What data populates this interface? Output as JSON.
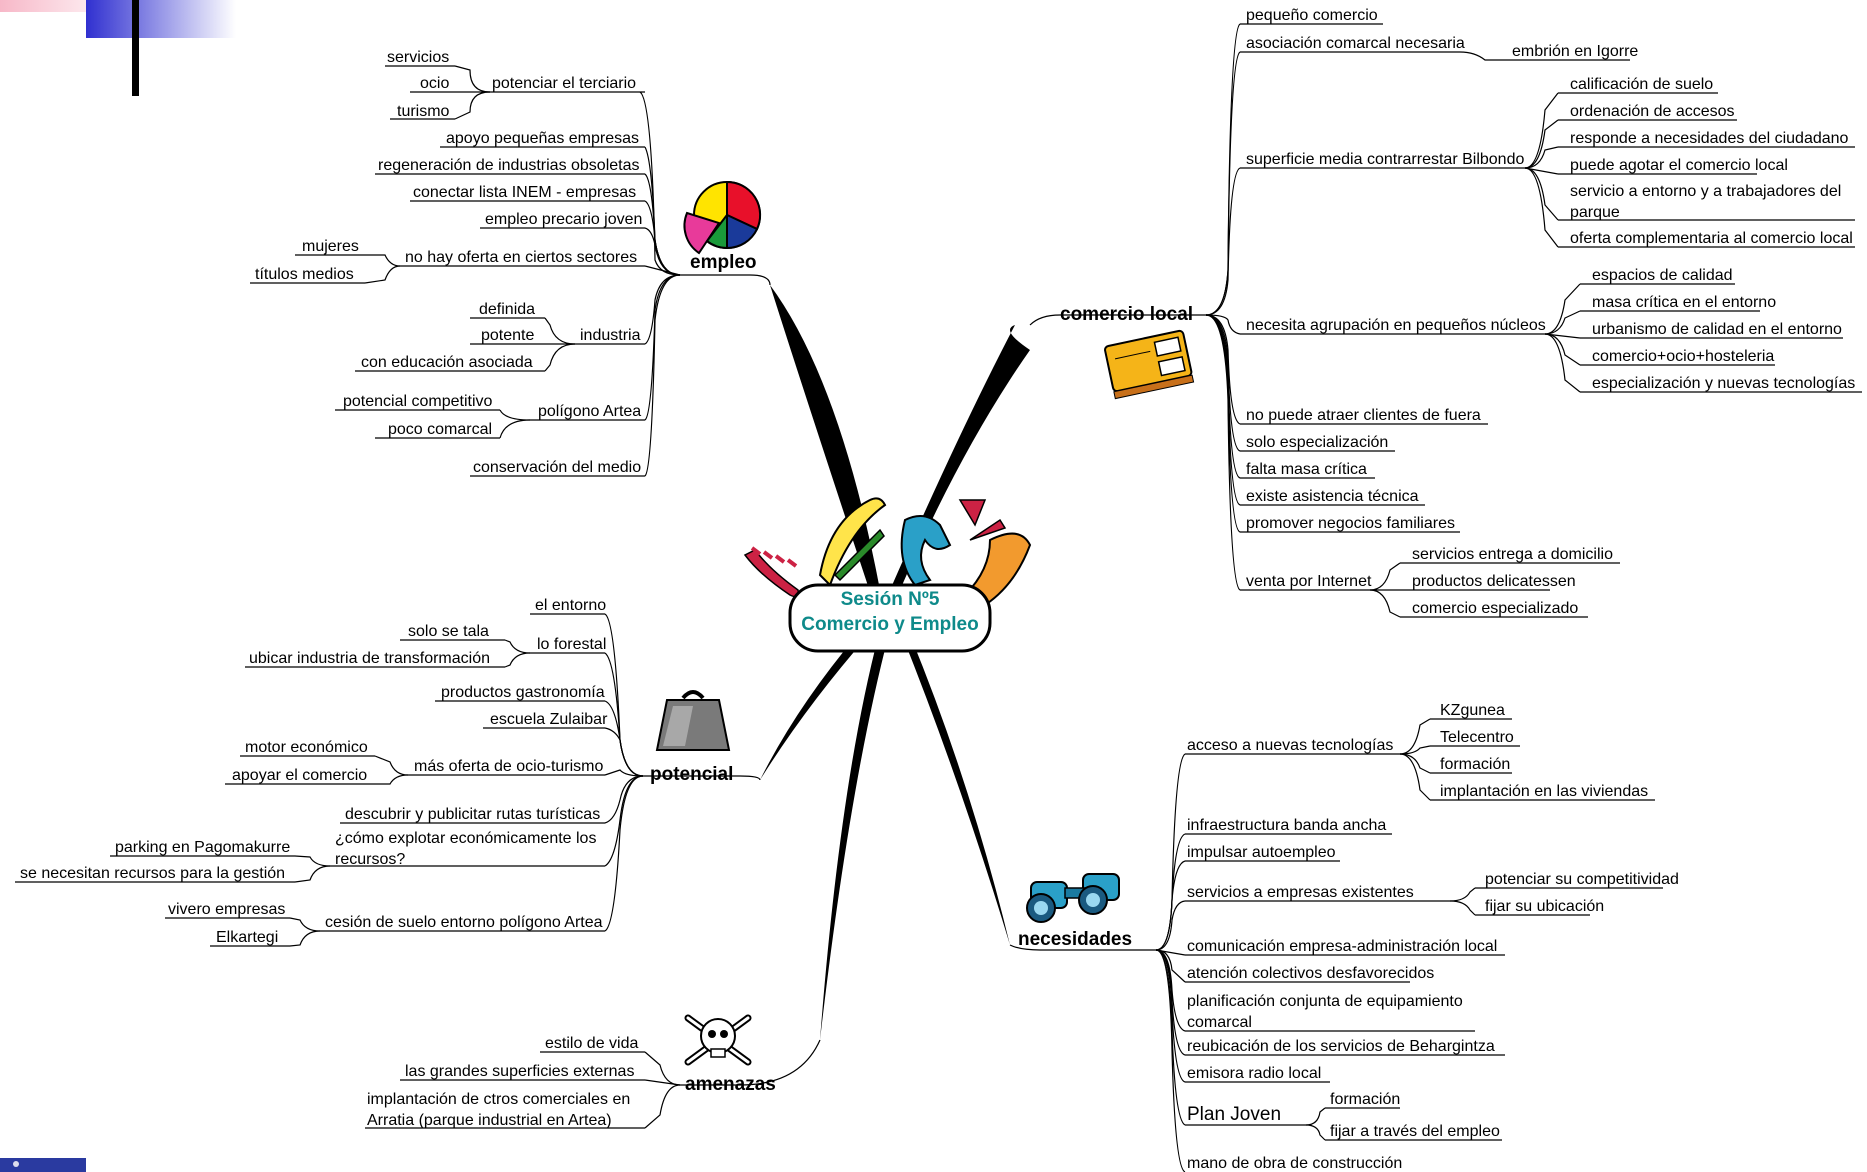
{
  "center": {
    "line1": "Sesión Nº5",
    "line2": "Comercio y Empleo"
  },
  "branches": {
    "empleo": {
      "title": "empleo",
      "potenciar": {
        "label": "potenciar el terciario",
        "children": [
          "servicios",
          "ocio",
          "turismo"
        ]
      },
      "apoyo": "apoyo pequeñas empresas",
      "regeneracion": "regeneración de industrias obsoletas",
      "conectar": "conectar lista INEM - empresas",
      "precario": "empleo precario joven",
      "nooferta": {
        "label": "no hay oferta en ciertos sectores",
        "children": [
          "mujeres",
          "títulos medios"
        ]
      },
      "industria": {
        "label": "industria",
        "children": [
          "definida",
          "potente",
          "con educación asociada"
        ]
      },
      "poligono": {
        "label": "polígono Artea",
        "children": [
          "potencial competitivo",
          "poco comarcal"
        ]
      },
      "conservacion": "conservación del medio"
    },
    "potencial": {
      "title": "potencial",
      "entorno": "el entorno",
      "forestal": {
        "label": "lo forestal",
        "children": [
          "solo se tala",
          "ubicar industria de transformación"
        ]
      },
      "gastronomia": "productos gastronomía",
      "escuela": "escuela Zulaibar",
      "ocio": {
        "label": "más oferta de ocio-turismo",
        "children": [
          "motor económico",
          "apoyar el comercio"
        ]
      },
      "rutas": "descubrir y publicitar rutas turísticas",
      "explotar": {
        "line1": "¿cómo explotar económicamente los",
        "line2": "recursos?",
        "children": [
          "parking en Pagomakurre",
          "se necesitan recursos para la gestión"
        ]
      },
      "cesion": {
        "label": "cesión de suelo entorno polígono Artea",
        "children": [
          "vivero empresas",
          "Elkartegi"
        ]
      }
    },
    "amenazas": {
      "title": "amenazas",
      "estilo": "estilo de vida",
      "grandes": "las grandes superficies externas",
      "implantacion": {
        "line1": "implantación de ctros comerciales en",
        "line2": "Arratia (parque industrial en Artea)"
      }
    },
    "comercio": {
      "title": "comercio local",
      "pequeno": "pequeño comercio",
      "asociacion": {
        "label": "asociación comarcal necesaria",
        "child": "embrión en Igorre"
      },
      "superficie": {
        "label": "superficie media contrarrestar Bilbondo",
        "children": [
          "calificación de suelo",
          "ordenación de accesos",
          "responde a necesidades del ciudadano",
          "puede agotar el comercio local"
        ],
        "servicio": {
          "line1": "servicio a entorno y a trabajadores del",
          "line2": "parque"
        },
        "oferta": "oferta complementaria al comercio local"
      },
      "agrupacion": {
        "label": "necesita agrupación en pequeños núcleos",
        "children": [
          "espacios de calidad",
          "masa crítica en el entorno",
          "urbanismo de calidad en el entorno",
          "comercio+ocio+hosteleria",
          "especialización y nuevas tecnologías"
        ]
      },
      "singles": [
        "no puede atraer clientes de fuera",
        "solo especialización",
        "falta masa crítica",
        "existe asistencia técnica",
        "promover negocios familiares"
      ],
      "internet": {
        "label": "venta por Internet",
        "children": [
          "servicios entrega a domicilio",
          "productos delicatessen",
          "comercio especializado"
        ]
      }
    },
    "necesidades": {
      "title": "necesidades",
      "acceso": {
        "label": "acceso a nuevas tecnologías",
        "children": [
          "KZgunea",
          "Telecentro",
          "formación",
          "implantación en las viviendas"
        ]
      },
      "infra": "infraestructura banda ancha",
      "autoempleo": "impulsar autoempleo",
      "servicios": {
        "label": "servicios a empresas existentes",
        "children": [
          "potenciar su competitividad",
          "fijar su ubicación"
        ]
      },
      "comunicacion": "comunicación empresa-administración local",
      "atencion": "atención colectivos desfavorecidos",
      "planificacion": {
        "line1": "planificación conjunta de equipamiento",
        "line2": "comarcal"
      },
      "reubicacion": "reubicación de los servicios de Behargintza",
      "emisora": "emisora radio local",
      "plan": {
        "label": "Plan Joven",
        "children": [
          "formación",
          "fijar a través del empleo"
        ]
      },
      "mano": "mano de obra de construcción"
    }
  },
  "icons": {
    "empleo": "pie-chart-icon",
    "potencial": "weight-icon",
    "amenazas": "skull-crossbones-icon",
    "comercio": "credit-card-icon",
    "necesidades": "binoculars-icon",
    "center": "swiss-army-knife-icon"
  },
  "colors": {
    "center_text": "#0e8a8a",
    "knife_blade": "#ffe44a",
    "knife_blue": "#2aa0c8",
    "knife_red": "#cc2244",
    "knife_orange": "#f29a2e"
  }
}
